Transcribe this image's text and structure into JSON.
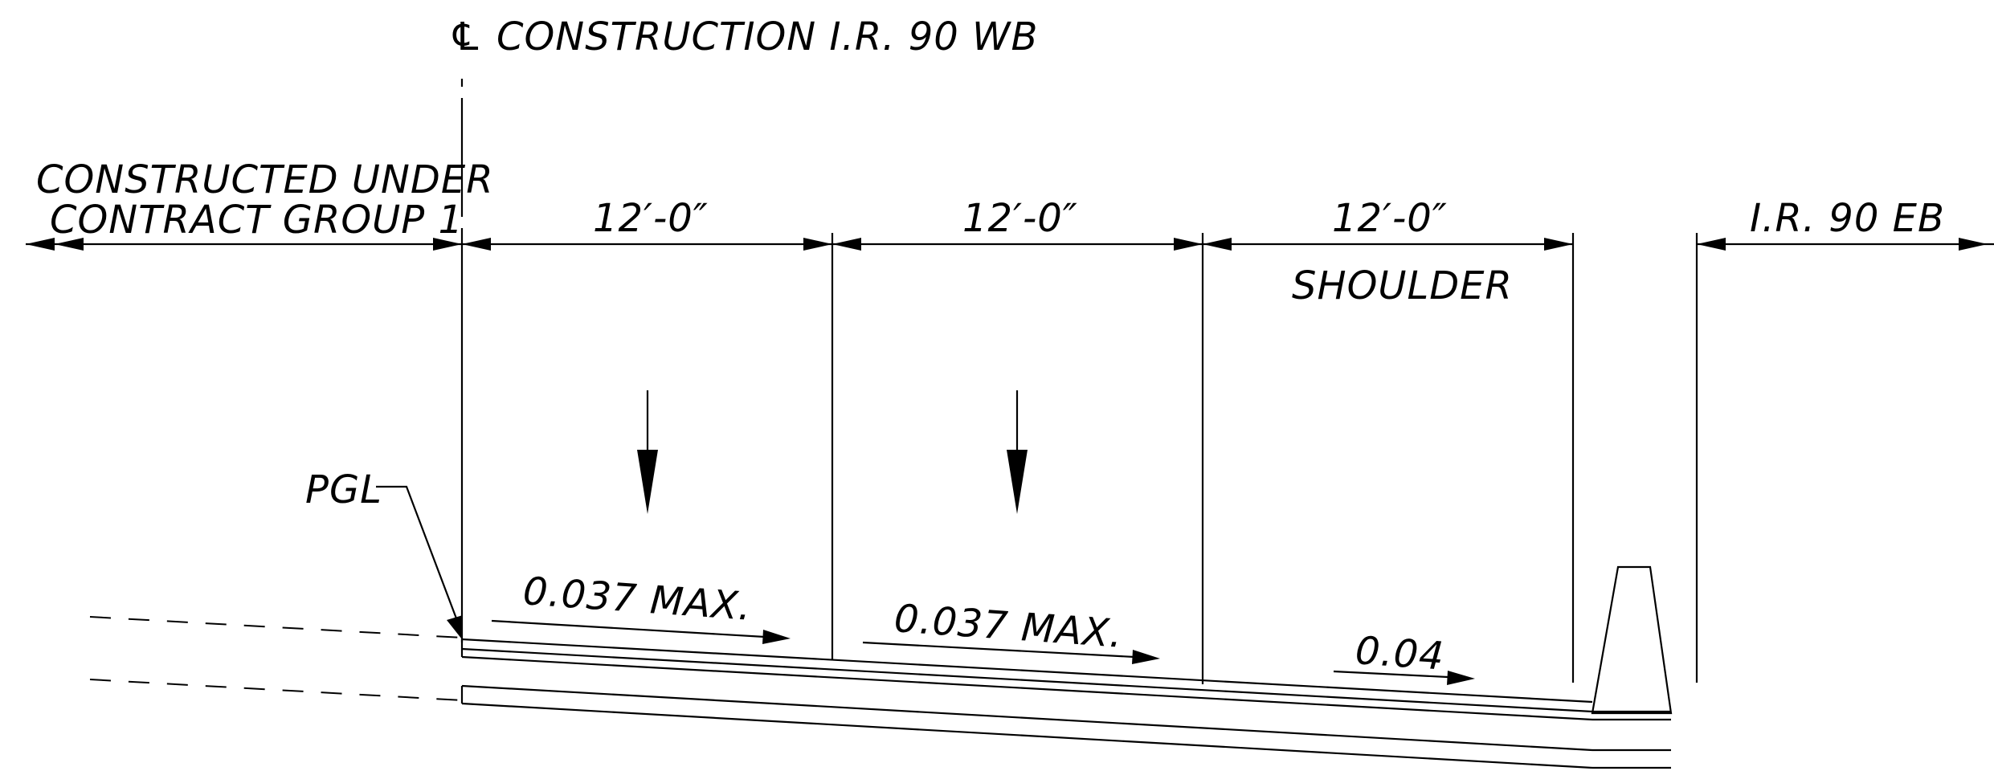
{
  "centerline_label": "CONSTRUCTION  I.R. 90 WB",
  "centerline_symbol": "℄",
  "left_note": {
    "line1": "CONSTRUCTED UNDER",
    "line2": "CONTRACT GROUP 1"
  },
  "lane_dimensions": [
    "12′-0″",
    "12′-0″",
    "12′-0″"
  ],
  "shoulder_label": "SHOULDER",
  "eb_label": "I.R. 90 EB",
  "pgl_label": "PGL",
  "slopes": [
    "0.037 MAX.",
    "0.037 MAX.",
    "0.04"
  ]
}
